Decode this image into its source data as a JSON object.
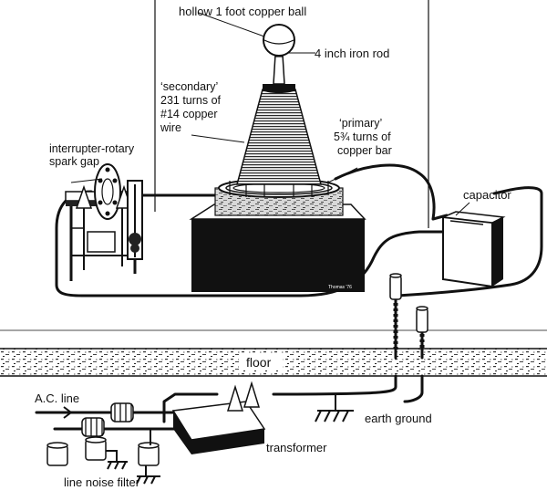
{
  "labels": {
    "ball": "hollow 1 foot copper ball",
    "rod": "4 inch iron rod",
    "secondary": [
      "‘secondary’",
      "231 turns of",
      "#14 copper",
      "wire"
    ],
    "primary": [
      "‘primary’",
      "5¾ turns of",
      "copper bar"
    ],
    "interrupter": [
      "interrupter-rotary",
      "spark gap"
    ],
    "capacitor": "capacitor",
    "floor": "floor",
    "ac_line": "A.C. line",
    "earth_ground": "earth ground",
    "transformer": "transformer",
    "noise_filter": "line noise filter"
  }
}
